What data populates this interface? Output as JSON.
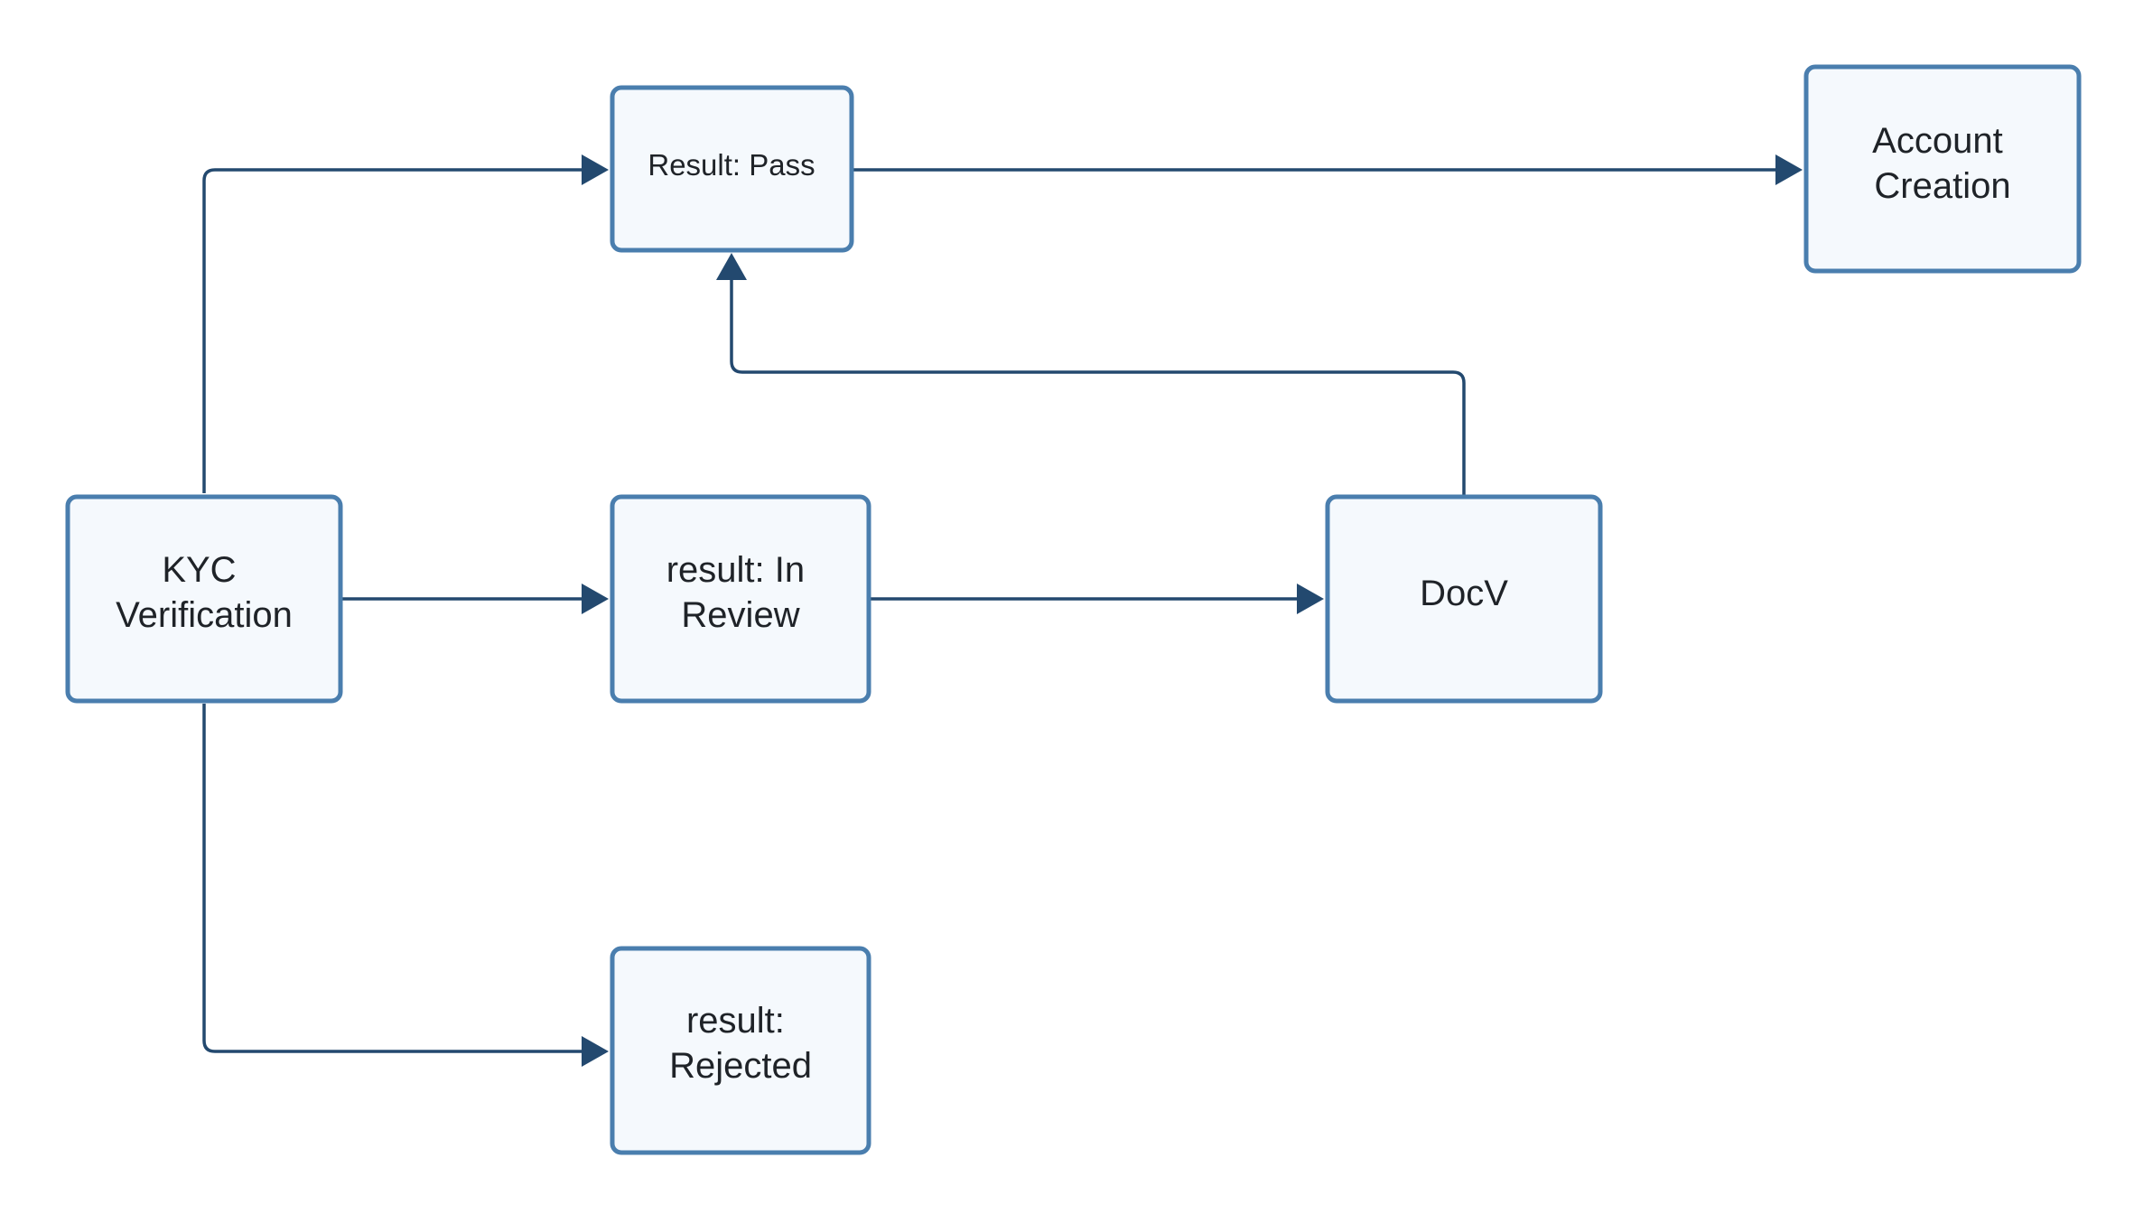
{
  "colors": {
    "node_fill": "#f5f9fd",
    "node_stroke": "#4a7eae",
    "edge_stroke": "#23496f",
    "text": "#1f2328",
    "background": "#ffffff"
  },
  "nodes": {
    "kyc_verification": {
      "lines": [
        "KYC",
        "Verification"
      ]
    },
    "result_pass": {
      "lines": [
        "Result: Pass"
      ]
    },
    "result_in_review": {
      "lines": [
        "result: In",
        "Review"
      ]
    },
    "result_rejected": {
      "lines": [
        "result:",
        "Rejected"
      ]
    },
    "docv": {
      "lines": [
        "DocV"
      ]
    },
    "account_creation": {
      "lines": [
        "Account",
        "Creation"
      ]
    }
  },
  "edges": [
    {
      "from": "kyc_verification",
      "to": "result_pass"
    },
    {
      "from": "kyc_verification",
      "to": "result_in_review"
    },
    {
      "from": "kyc_verification",
      "to": "result_rejected"
    },
    {
      "from": "result_in_review",
      "to": "docv"
    },
    {
      "from": "docv",
      "to": "result_pass"
    },
    {
      "from": "result_pass",
      "to": "account_creation"
    }
  ]
}
